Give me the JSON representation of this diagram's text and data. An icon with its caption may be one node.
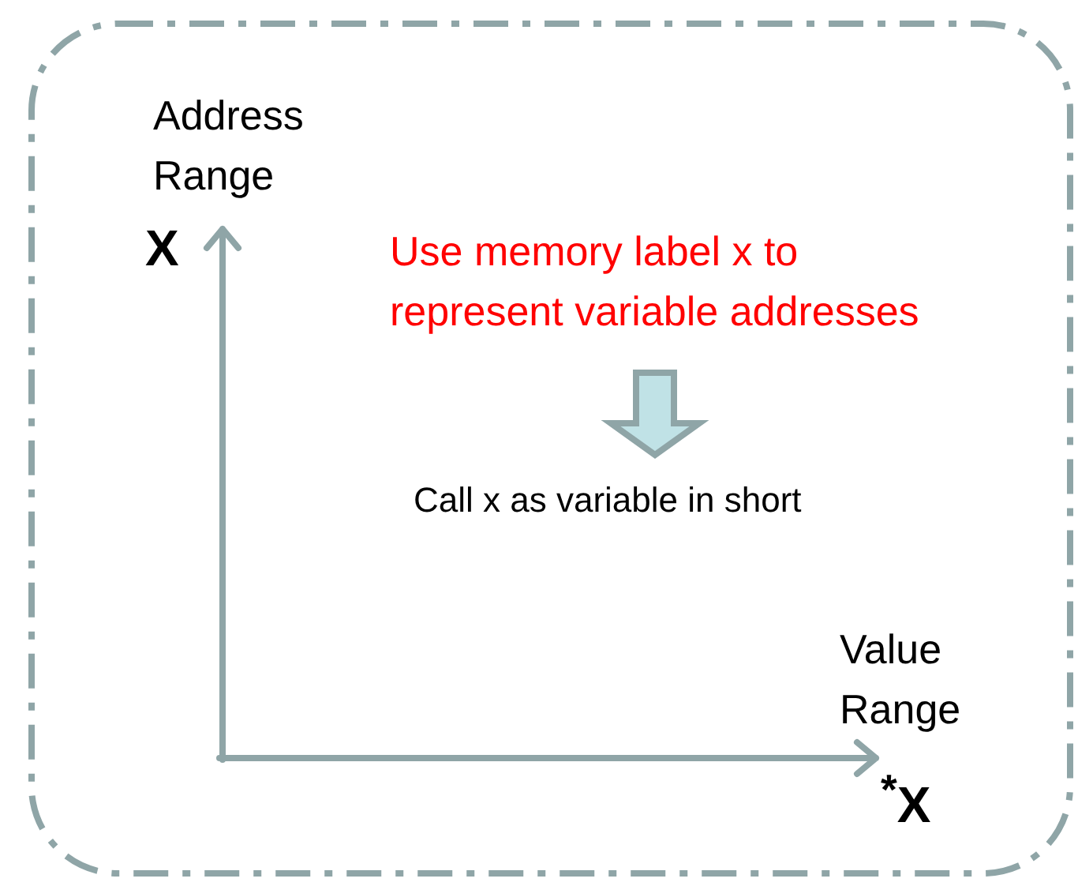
{
  "diagram": {
    "nodes": [
      {
        "text": [],
        "shape": "box"
      },
      {
        "text": [
          "Use memory label x to represent variable addresses"
        ],
        "in": 0
      },
      {
        "text": [
          "Call x as variable in short"
        ],
        "in": 0
      }
    ],
    "edges": [
      {
        "from": 1,
        "to": 2,
        "arrow": "to",
        "style": "thick"
      }
    ],
    "labels": [
      "Address Range",
      "X",
      "Value Range",
      "$^{*}$X"
    ]
  }
}
